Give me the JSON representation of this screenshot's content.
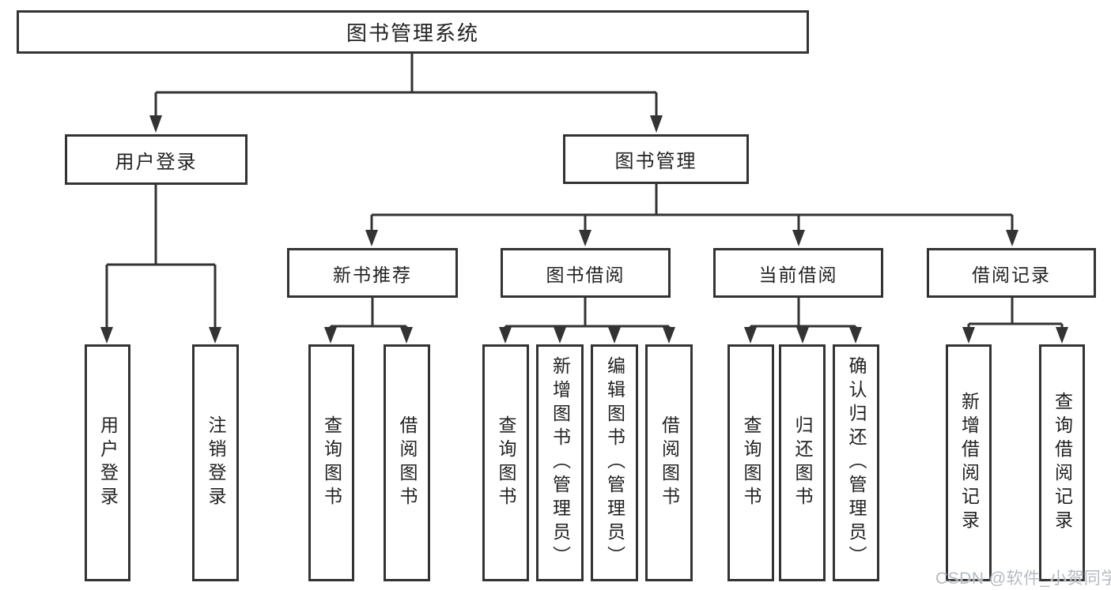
{
  "watermark": "CSDN @软件_小贺同学",
  "colors": {
    "line": "#333333",
    "box_border": "#333333",
    "box_background": "#ffffff",
    "text": "#222222",
    "watermark_text": "#b6bbc1",
    "canvas_background": "#ffffff"
  },
  "tree": {
    "label": "图书管理系统",
    "children": [
      {
        "label": "用户登录",
        "children": [
          {
            "label": "用户登录"
          },
          {
            "label": "注销登录"
          }
        ]
      },
      {
        "label": "图书管理",
        "children": [
          {
            "label": "新书推荐",
            "children": [
              {
                "label": "查询图书"
              },
              {
                "label": "借阅图书"
              }
            ]
          },
          {
            "label": "图书借阅",
            "children": [
              {
                "label": "查询图书"
              },
              {
                "label": "新增图书（管理员）"
              },
              {
                "label": "编辑图书（管理员）"
              },
              {
                "label": "借阅图书"
              }
            ]
          },
          {
            "label": "当前借阅",
            "children": [
              {
                "label": "查询图书"
              },
              {
                "label": "归还图书"
              },
              {
                "label": "确认归还（管理员）"
              }
            ]
          },
          {
            "label": "借阅记录",
            "children": [
              {
                "label": "新增借阅记录"
              },
              {
                "label": "查询借阅记录"
              }
            ]
          }
        ]
      }
    ]
  }
}
